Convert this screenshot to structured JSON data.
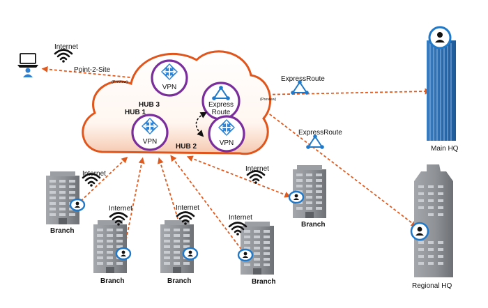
{
  "colors": {
    "link": "#e05a1e",
    "cloud_stroke": "#e0551b",
    "hub_ring": "#7a2e9b",
    "azure_blue": "#1f78c8",
    "building_gray": "#8c8f93",
    "hq_blue": "#2b6fb5"
  },
  "labels": {
    "point2site": "Point-2-Site",
    "preview_left": "(Preview)",
    "preview_right": "(Preview)",
    "internet_top": "Internet",
    "internet_branch1": "Internet",
    "internet_branch2": "Internet",
    "internet_branch3": "Internet",
    "internet_branch4": "Internet",
    "internet_branch5": "Internet",
    "expressroute_1": "ExpressRoute",
    "expressroute_2": "ExpressRoute",
    "hub1": "HUB 1",
    "hub2": "HUB 2",
    "hub3": "HUB 3",
    "vpn_hub3": "VPN",
    "vpn_hub1": "VPN",
    "vpn_hub2": "VPN",
    "express_route_line1": "Express",
    "express_route_line2": "Route",
    "main_hq": "Main HQ",
    "regional_hq": "Regional HQ",
    "branch_1": "Branch",
    "branch_2": "Branch",
    "branch_3": "Branch",
    "branch_4": "Branch",
    "branch_5": "Branch"
  },
  "icons": [
    "laptop-icon",
    "wifi-icon",
    "vpn-gateway-icon",
    "expressroute-icon",
    "building-icon",
    "user-icon"
  ]
}
